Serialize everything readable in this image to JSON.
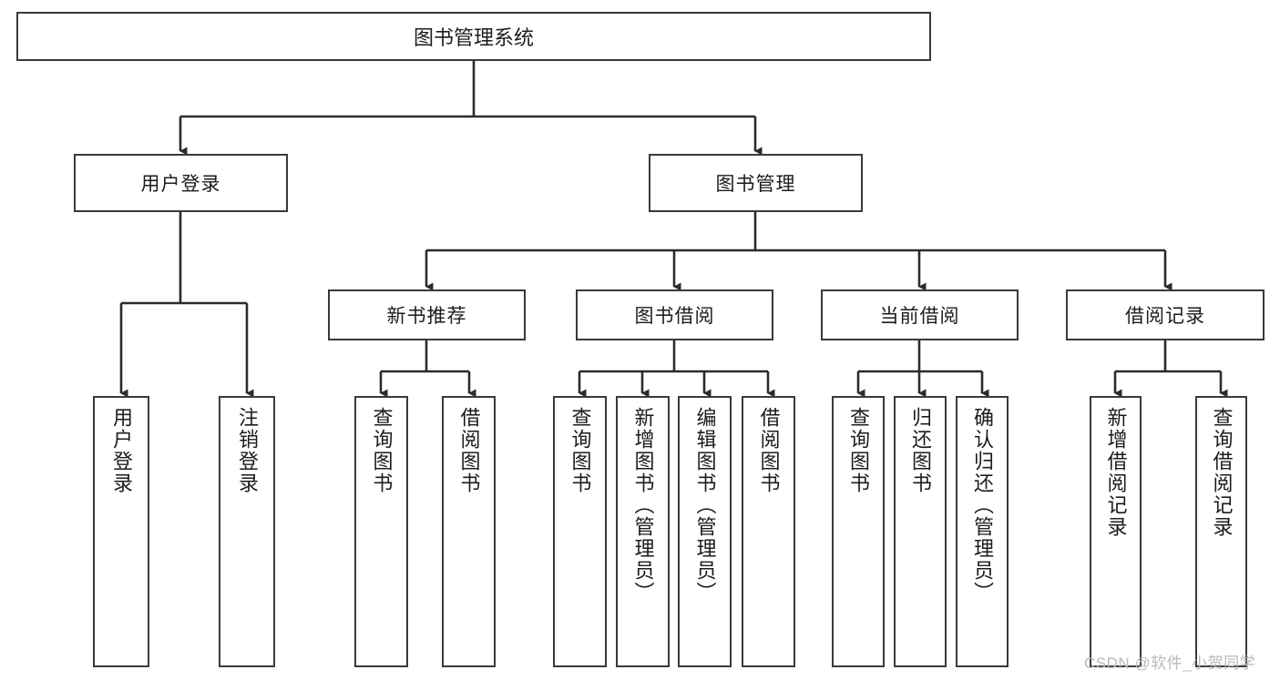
{
  "diagram": {
    "title": "图书管理系统",
    "type": "hierarchy-tree",
    "orientation": "top-down",
    "colors": {
      "box_border": "#3a3a3a",
      "box_fill": "#ffffff",
      "edge": "#2b2b2b",
      "text": "#1c1c1c",
      "watermark": "#b9b9b9",
      "background": "#ffffff"
    },
    "root": {
      "label": "图书管理系统"
    },
    "level2": [
      {
        "label": "用户登录"
      },
      {
        "label": "图书管理"
      }
    ],
    "level3": [
      {
        "label": "新书推荐"
      },
      {
        "label": "图书借阅"
      },
      {
        "label": "当前借阅"
      },
      {
        "label": "借阅记录"
      }
    ],
    "leaves": {
      "user_login": [
        {
          "label": "用户登录"
        },
        {
          "label": "注销登录"
        }
      ],
      "new_book_recommend": [
        {
          "label": "查询图书"
        },
        {
          "label": "借阅图书"
        }
      ],
      "book_borrow": [
        {
          "label": "查询图书"
        },
        {
          "label": "新增图书（管理员）"
        },
        {
          "label": "编辑图书（管理员）"
        },
        {
          "label": "借阅图书"
        }
      ],
      "current_borrow": [
        {
          "label": "查询图书"
        },
        {
          "label": "归还图书"
        },
        {
          "label": "确认归还（管理员）"
        }
      ],
      "borrow_record": [
        {
          "label": "新增借阅记录"
        },
        {
          "label": "查询借阅记录"
        }
      ]
    }
  },
  "watermark": {
    "text": "CSDN @软件_小贺同学"
  }
}
